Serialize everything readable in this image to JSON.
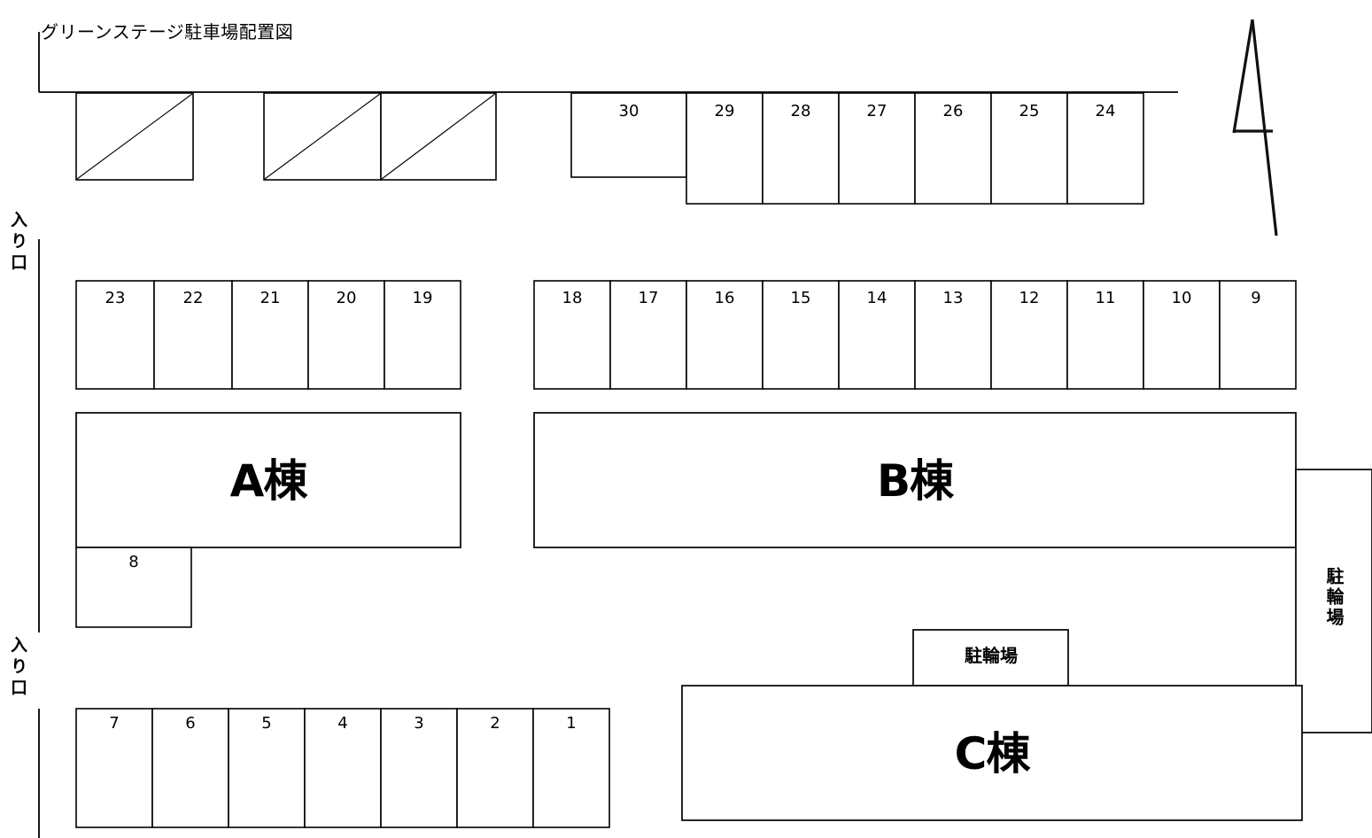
{
  "document": {
    "title": "グリーンステージ駐車場配置図",
    "ink_color": "#000000",
    "paper_color": "#ffffff"
  },
  "north_arrow": {
    "name": "north-arrow",
    "label": ""
  },
  "entrances": [
    {
      "label": "入り口",
      "position": "upper-left"
    },
    {
      "label": "入り口",
      "position": "lower-left"
    }
  ],
  "buildings": [
    {
      "id": "A",
      "label": "A棟"
    },
    {
      "id": "B",
      "label": "B棟"
    },
    {
      "id": "C",
      "label": "C棟"
    }
  ],
  "bike_parking": [
    {
      "label": "駐輪場",
      "orientation": "horizontal",
      "position": "center-lower"
    },
    {
      "label": "駐輪場",
      "orientation": "vertical",
      "position": "right-edge"
    }
  ],
  "blocked_stalls": [
    {
      "marker": "diagonal"
    },
    {
      "marker": "diagonal"
    },
    {
      "marker": "diagonal"
    }
  ],
  "stall_rows": {
    "top_right": [
      "30",
      "29",
      "28",
      "27",
      "26",
      "25",
      "24"
    ],
    "mid_left": [
      "23",
      "22",
      "21",
      "20",
      "19"
    ],
    "mid_right": [
      "18",
      "17",
      "16",
      "15",
      "14",
      "13",
      "12",
      "11",
      "10",
      "9"
    ],
    "under_a": [
      "8"
    ],
    "bottom_left": [
      "7",
      "6",
      "5",
      "4",
      "3",
      "2",
      "1"
    ]
  },
  "stalls": {
    "s30": "30",
    "s29": "29",
    "s28": "28",
    "s27": "27",
    "s26": "26",
    "s25": "25",
    "s24": "24",
    "s23": "23",
    "s22": "22",
    "s21": "21",
    "s20": "20",
    "s19": "19",
    "s18": "18",
    "s17": "17",
    "s16": "16",
    "s15": "15",
    "s14": "14",
    "s13": "13",
    "s12": "12",
    "s11": "11",
    "s10": "10",
    "s9": "9",
    "s8": "8",
    "s7": "7",
    "s6": "6",
    "s5": "5",
    "s4": "4",
    "s3": "3",
    "s2": "2",
    "s1": "1"
  },
  "labels": {
    "building_a": "A棟",
    "building_b": "B棟",
    "building_c": "C棟",
    "bike_center": "駐輪場",
    "bike_right": "駐輪場",
    "entrance_top": "入り口",
    "entrance_bottom": "入り口"
  }
}
